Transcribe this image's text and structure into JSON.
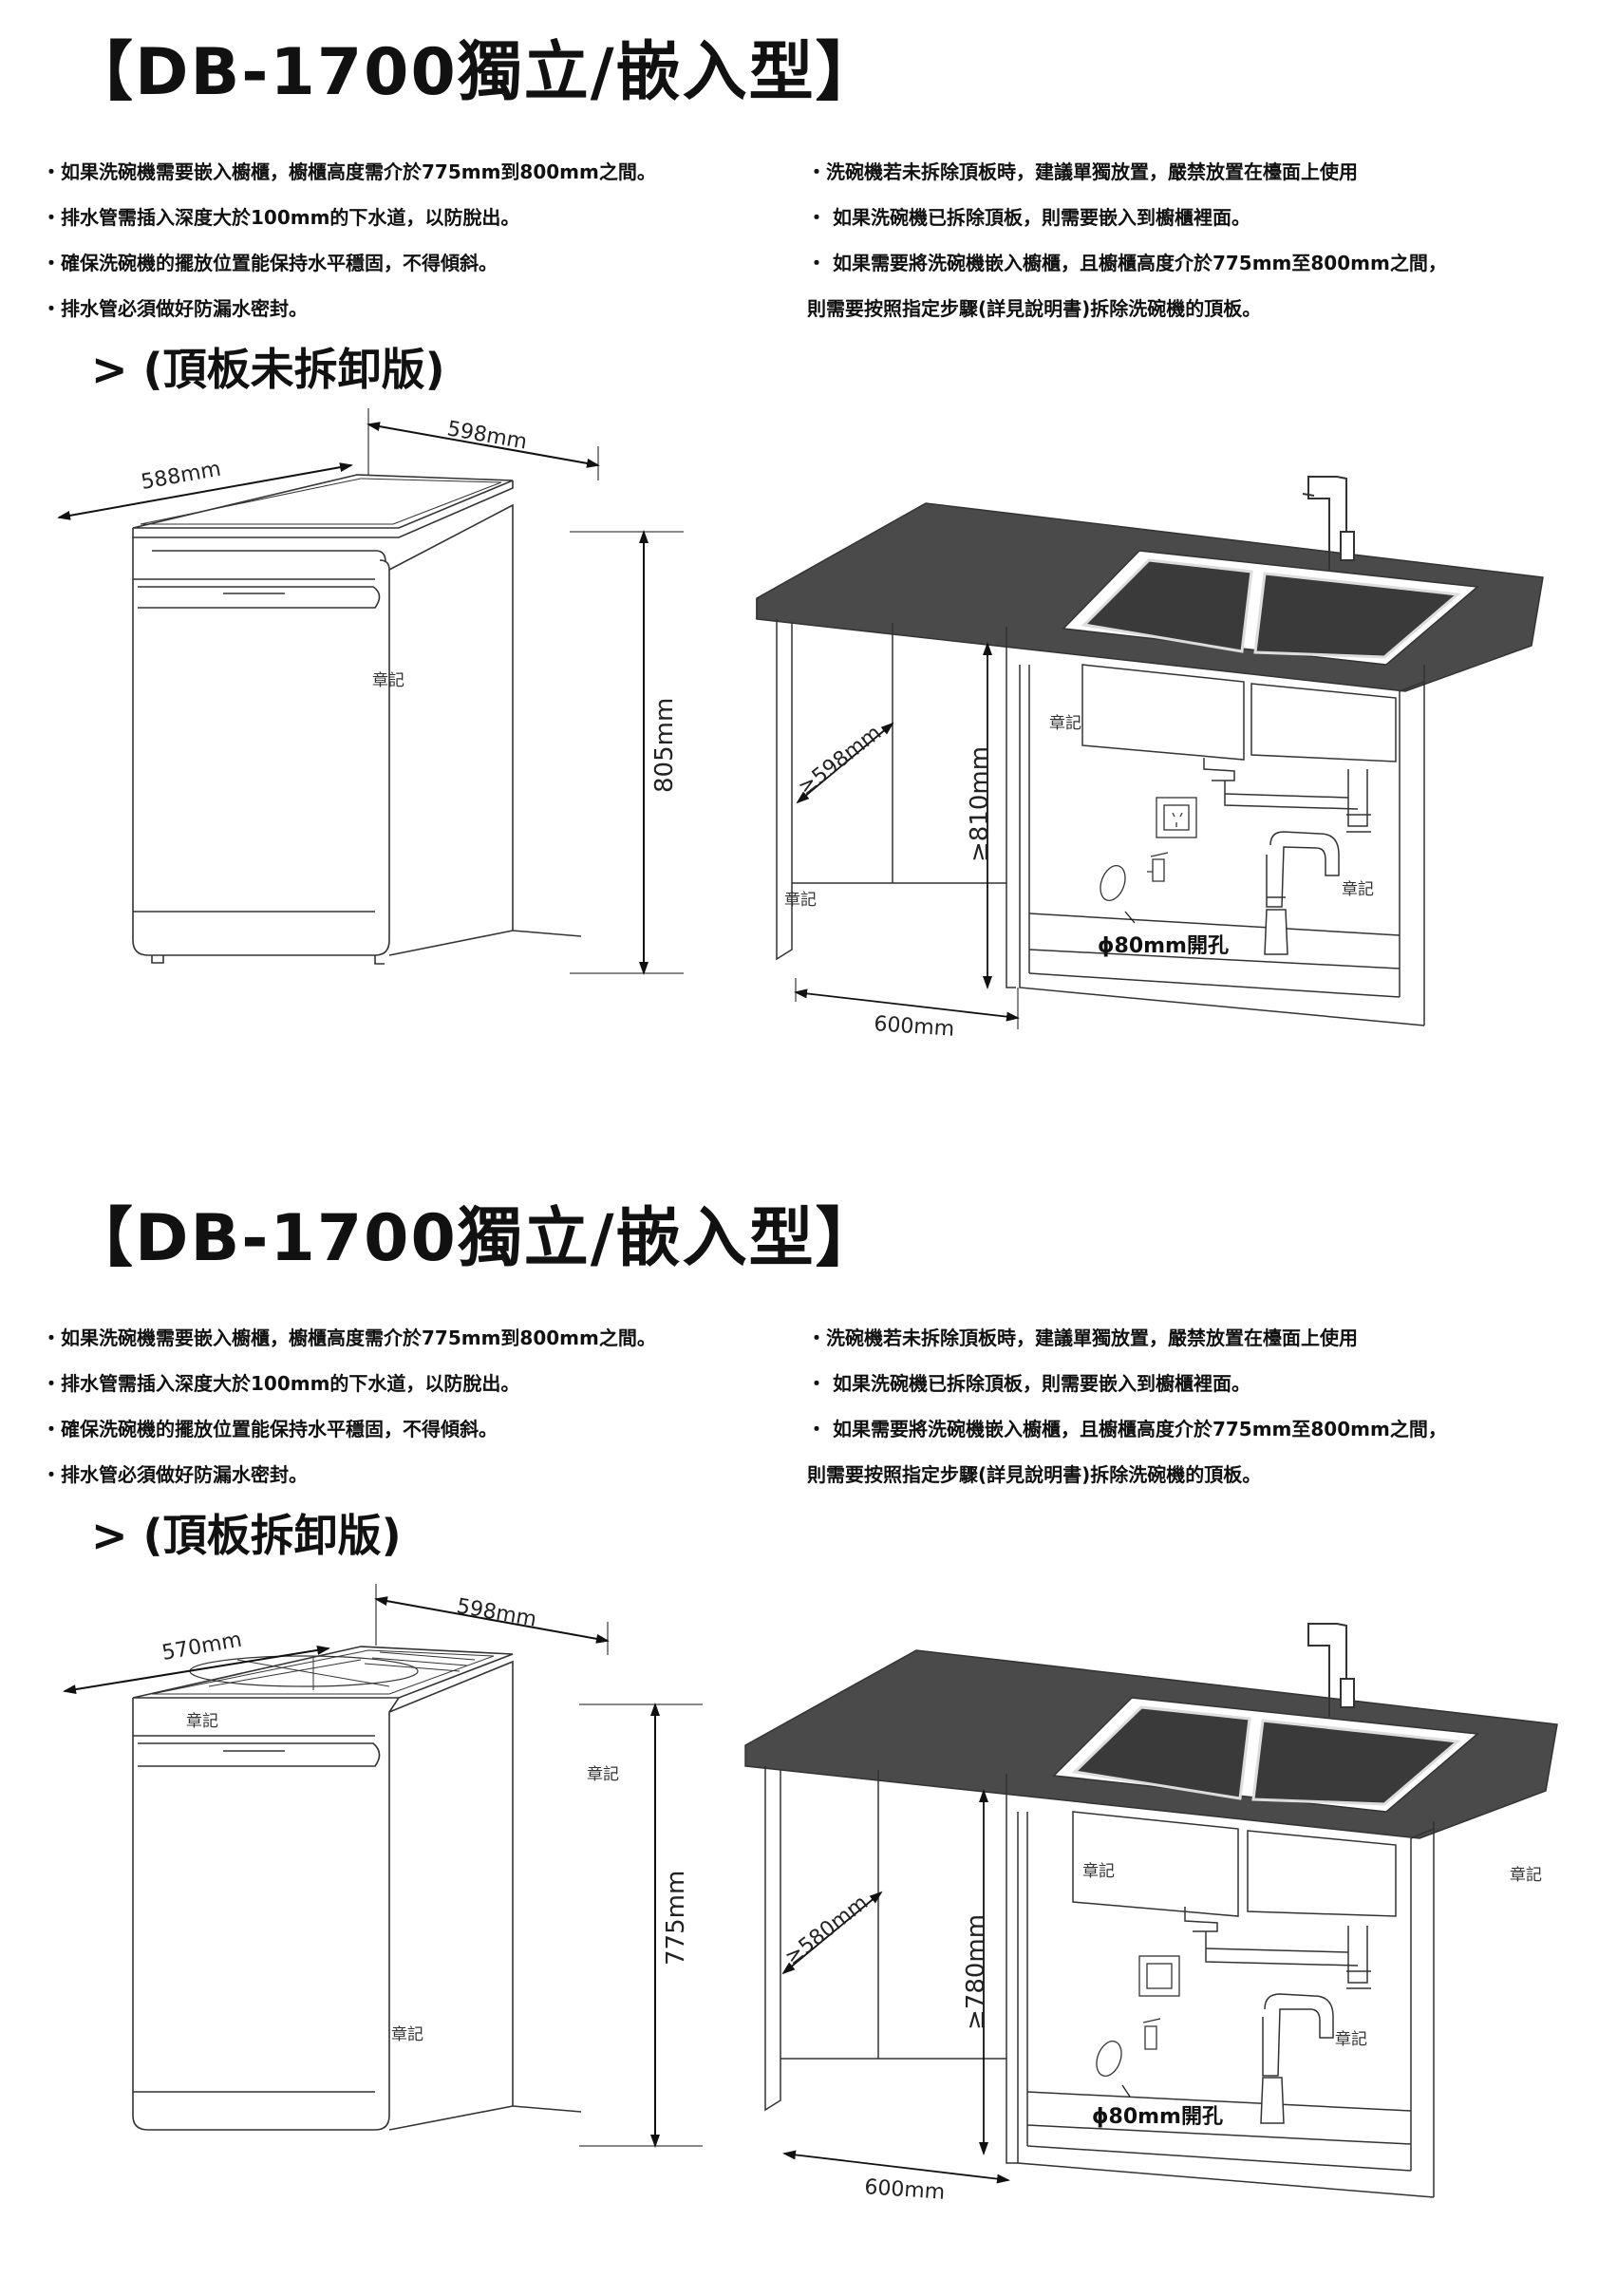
{
  "sections": [
    {
      "title": "【DB-1700獨立/嵌入型】",
      "notes_left": [
        "・如果洗碗機需要嵌入櫥櫃，櫥櫃高度需介於775mm到800mm之間。",
        "・排水管需插入深度大於100mm的下水道，以防脫出。",
        "・確保洗碗機的擺放位置能保持水平穩固，不得傾斜。",
        "・排水管必須做好防漏水密封。"
      ],
      "notes_right": [
        "・洗碗機若未拆除頂板時，建議單獨放置，嚴禁放置在檯面上使用",
        "・ 如果洗碗機已拆除頂板，則需要嵌入到櫥櫃裡面。",
        "・ 如果需要將洗碗機嵌入櫥櫃，且櫥櫃高度介於775mm至800mm之間，",
        "則需要按照指定步驟(詳見說明書)拆除洗碗機的頂板。"
      ],
      "version_label": "> (頂板未拆卸版)",
      "machine": {
        "width_label": "598mm",
        "depth_label": "588mm",
        "height_label": "805mm"
      },
      "cabinet": {
        "depth_label": "≥598mm",
        "height_label": "≥810mm",
        "width_label": "600mm",
        "hole_label": "ϕ80mm開孔"
      },
      "stamps": [
        "章記",
        "章記",
        "章記",
        "章記"
      ]
    },
    {
      "title": "【DB-1700獨立/嵌入型】",
      "notes_left": [
        "・如果洗碗機需要嵌入櫥櫃，櫥櫃高度需介於775mm到800mm之間。",
        "・排水管需插入深度大於100mm的下水道，以防脫出。",
        "・確保洗碗機的擺放位置能保持水平穩固，不得傾斜。",
        "・排水管必須做好防漏水密封。"
      ],
      "notes_right": [
        "・洗碗機若未拆除頂板時，建議單獨放置，嚴禁放置在檯面上使用",
        "・ 如果洗碗機已拆除頂板，則需要嵌入到櫥櫃裡面。",
        "・ 如果需要將洗碗機嵌入櫥櫃，且櫥櫃高度介於775mm至800mm之間，",
        "則需要按照指定步驟(詳見說明書)拆除洗碗機的頂板。"
      ],
      "version_label": "> (頂板拆卸版)",
      "machine": {
        "width_label": "598mm",
        "depth_label": "570mm",
        "height_label": "775mm"
      },
      "cabinet": {
        "depth_label": "≥580mm",
        "height_label": "≥780mm",
        "width_label": "600mm",
        "hole_label": "ϕ80mm開孔"
      },
      "stamps": [
        "章記",
        "章記",
        "章記",
        "章記",
        "章記",
        "章記"
      ]
    }
  ],
  "colors": {
    "countertop": "#4a4a4a",
    "line": "#333333",
    "text": "#111111"
  }
}
